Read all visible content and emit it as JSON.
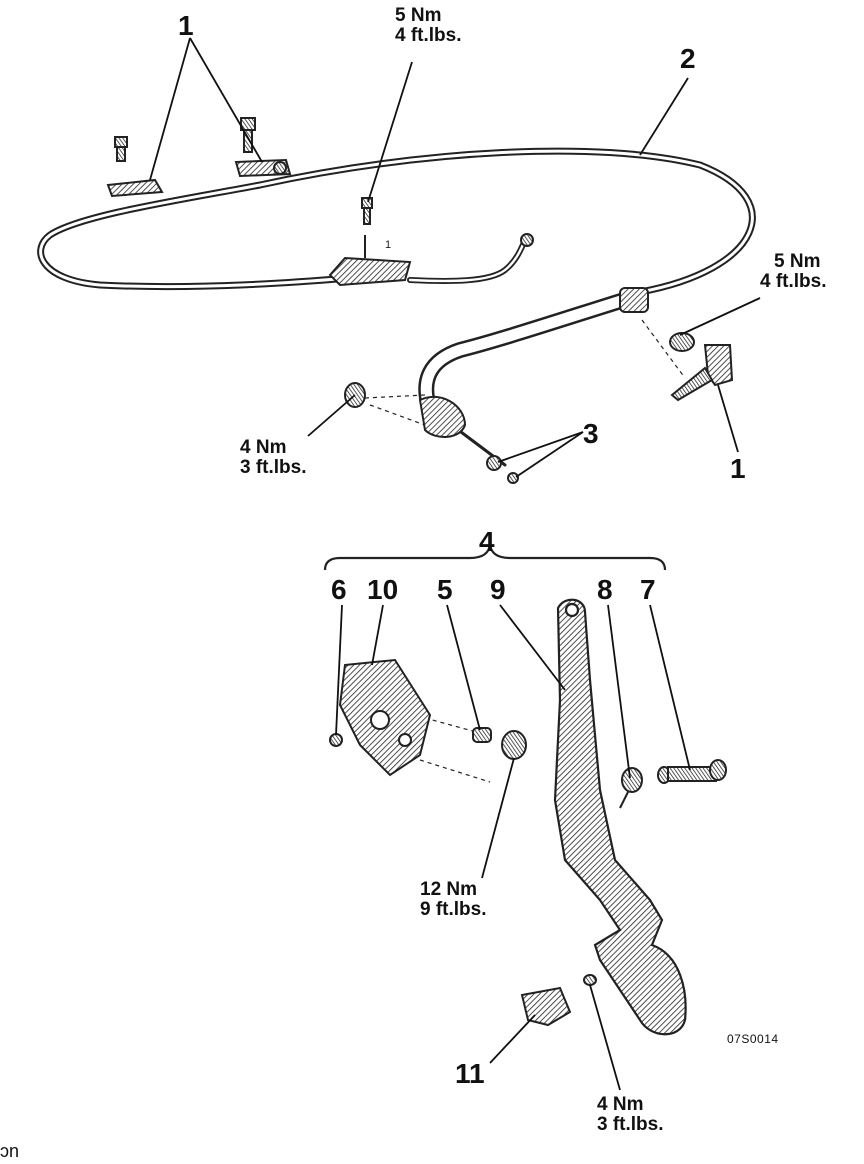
{
  "callouts": {
    "c1_top": "1",
    "c2": "2",
    "c1_right": "1",
    "c3": "3",
    "c4": "4",
    "c6": "6",
    "c10": "10",
    "c5": "5",
    "c9": "9",
    "c8": "8",
    "c7": "7",
    "c11": "11"
  },
  "torques": {
    "top_center": {
      "nm": "5 Nm",
      "ftlbs": "4 ft.lbs."
    },
    "right": {
      "nm": "5 Nm",
      "ftlbs": "4 ft.lbs."
    },
    "left": {
      "nm": "4 Nm",
      "ftlbs": "3 ft.lbs."
    },
    "middle": {
      "nm": "12 Nm",
      "ftlbs": "9 ft.lbs."
    },
    "bottom": {
      "nm": "4 Nm",
      "ftlbs": "3 ft.lbs."
    }
  },
  "figure_code": "07S0014",
  "bracket_small_label": "1",
  "corner_text": "ɔn"
}
